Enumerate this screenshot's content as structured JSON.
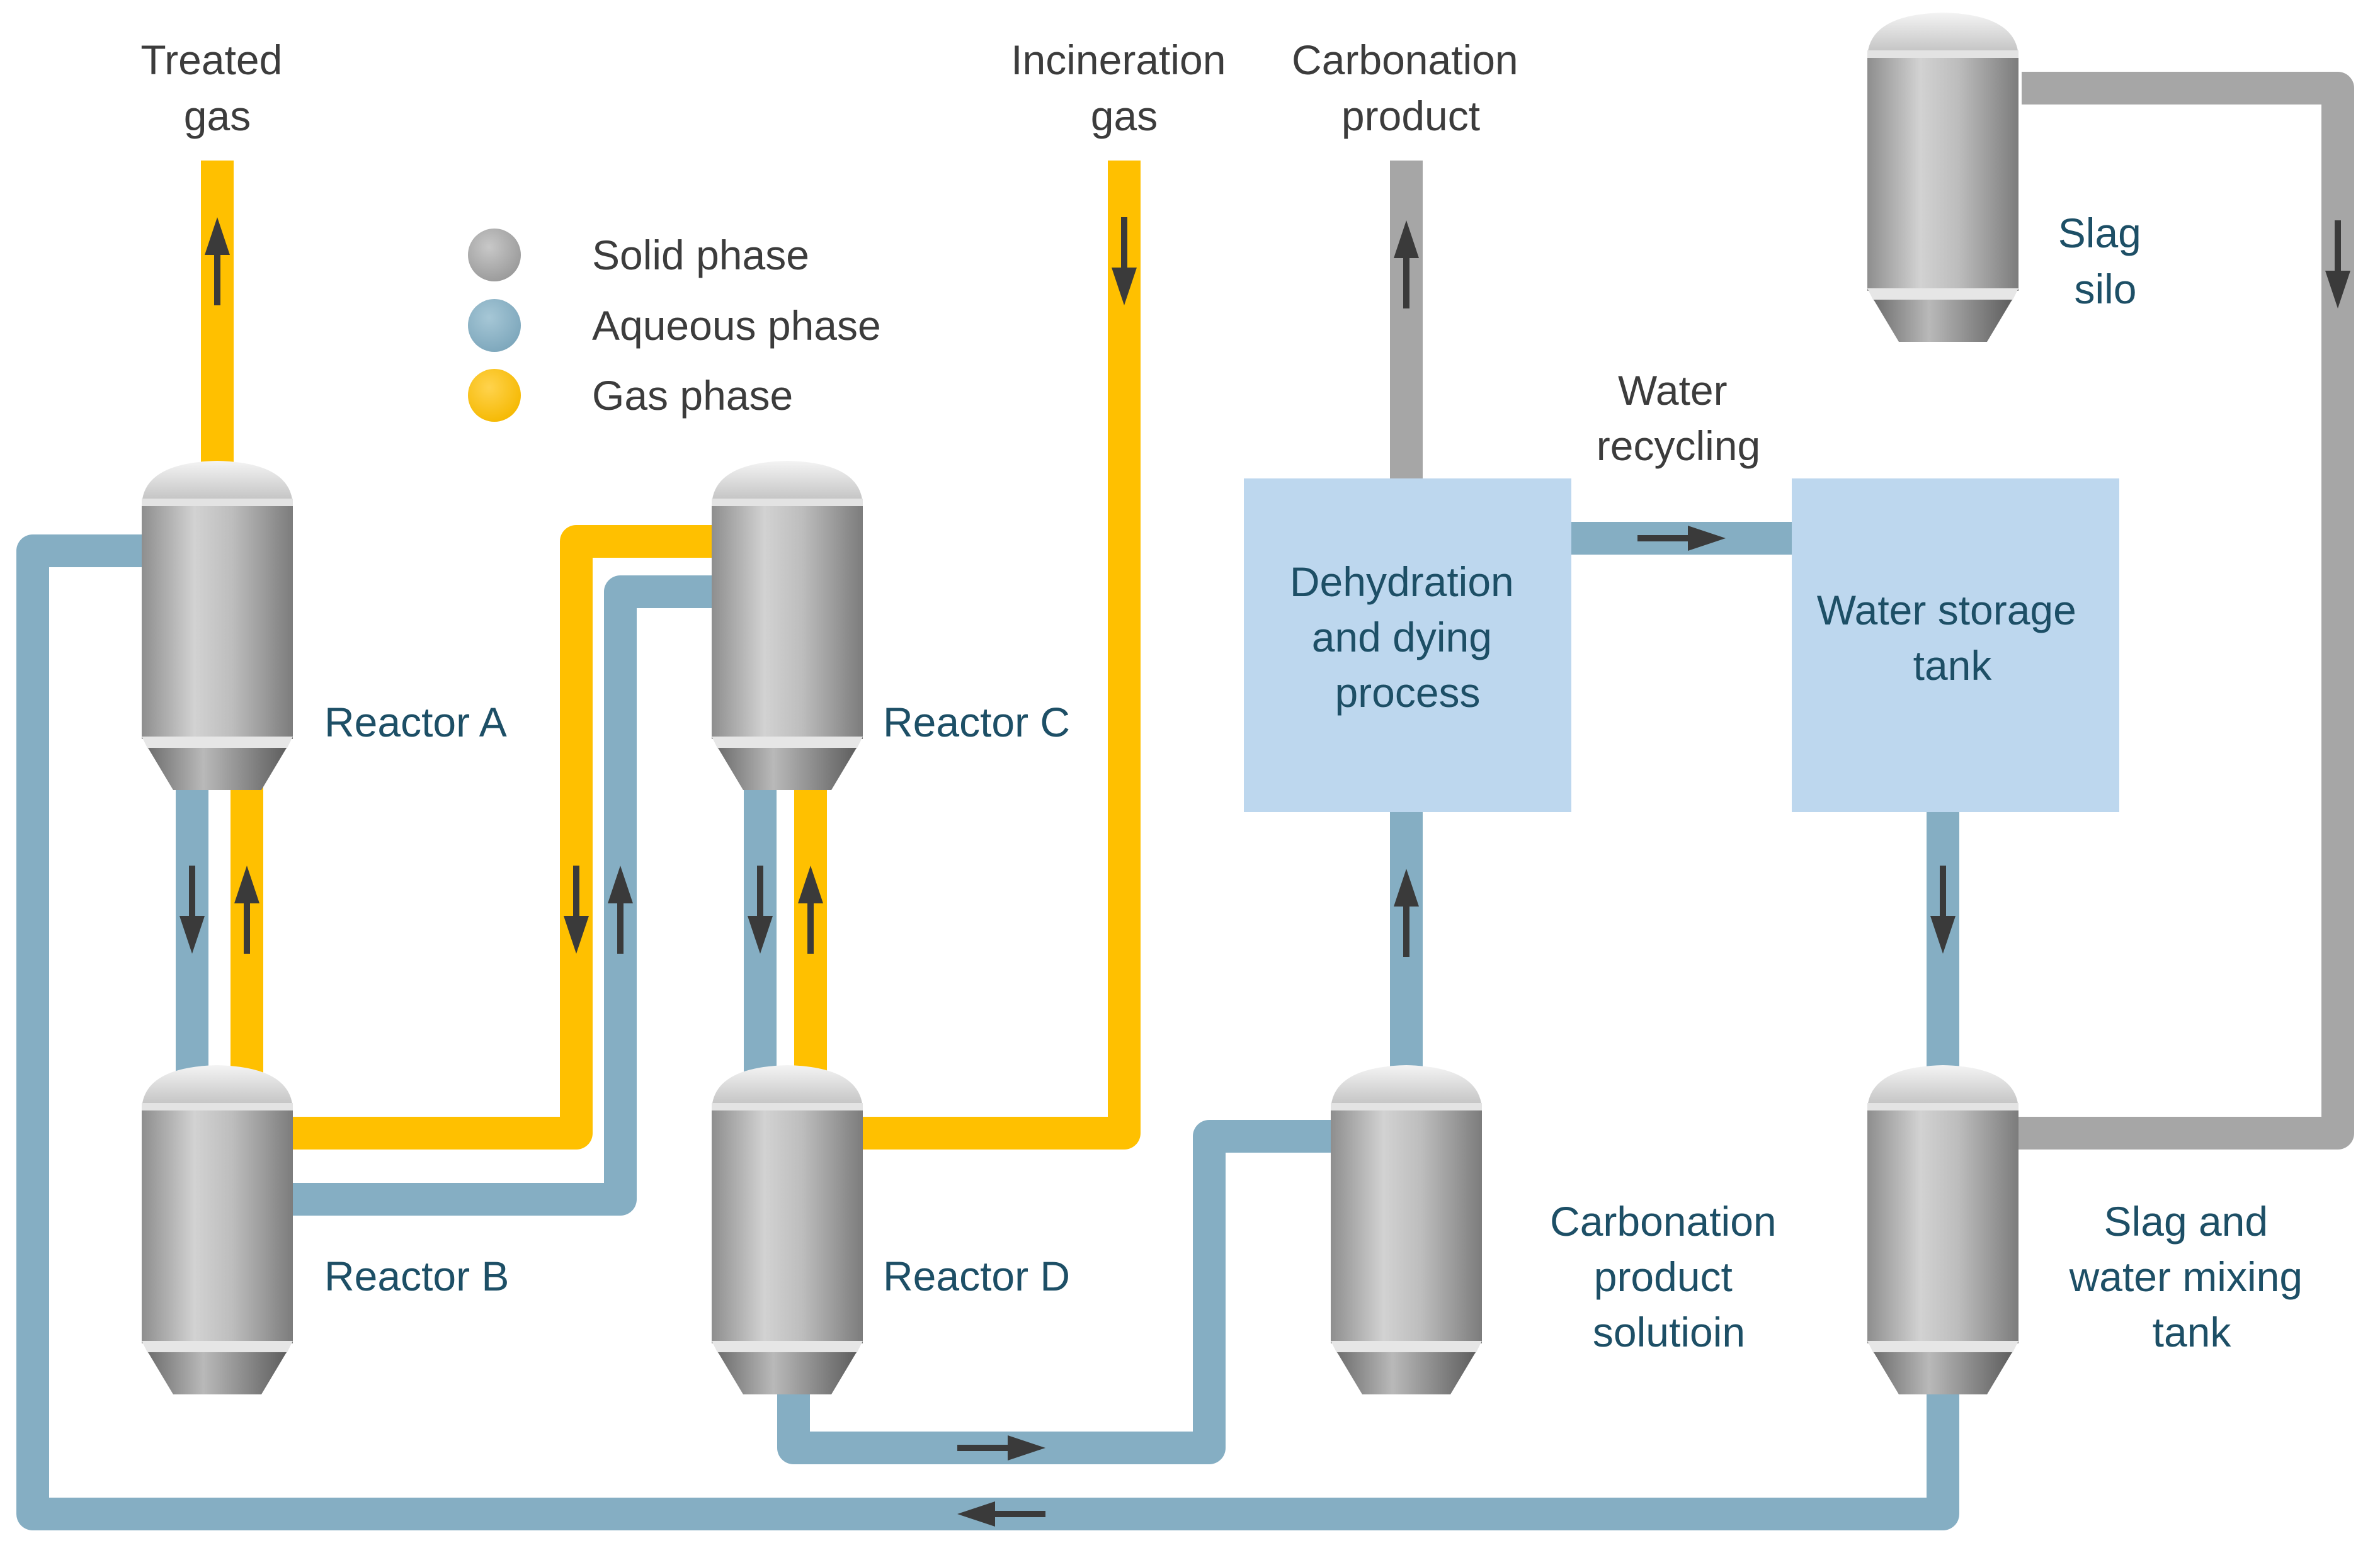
{
  "colors": {
    "solid": "#a6a6a6",
    "aqueous": "#85aec3",
    "gas": "#ffc000",
    "box_fill": "#bdd7ee",
    "arrow": "#3a3a3a",
    "label_teal": "#1d4f66",
    "label_dark": "#3c3c3c"
  },
  "legend": {
    "solid": "Solid phase",
    "aqueous": "Aqueous phase",
    "gas": "Gas phase"
  },
  "outputs": {
    "treated_gas": [
      "Treated",
      "gas"
    ],
    "incineration_gas": [
      "Incineration",
      "gas"
    ],
    "carbonation_product": [
      "Carbonation",
      "product"
    ],
    "water_recycling": [
      "Water",
      "recycling"
    ]
  },
  "units": {
    "reactor_a": "Reactor A",
    "reactor_b": "Reactor B",
    "reactor_c": "Reactor C",
    "reactor_d": "Reactor D",
    "slag_silo": [
      "Slag",
      "silo"
    ],
    "carbonation_solution": [
      "Carbonation",
      "product",
      "solutioin"
    ],
    "mixing_tank": [
      "Slag and",
      "water mixing",
      "tank"
    ]
  },
  "boxes": {
    "dehydration": [
      "Dehydration",
      "and dying",
      "process"
    ],
    "water_storage": [
      "Water storage",
      "tank"
    ]
  }
}
